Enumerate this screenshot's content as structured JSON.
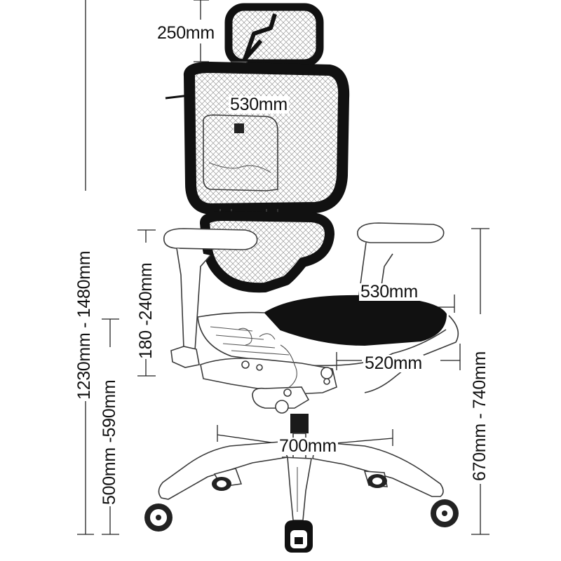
{
  "dimensions": {
    "headrest_height": "250mm",
    "backrest_width": "530mm",
    "overall_height": "1230mm - 1480mm",
    "seat_height": "500mm -590mm",
    "armrest_adjust": "180 -240mm",
    "seat_depth": "530mm",
    "seat_width": "520mm",
    "base_width": "700mm",
    "armrest_height": "670mm - 740mm"
  },
  "colors": {
    "line": "#222222",
    "mesh": "#111111",
    "background": "#ffffff"
  },
  "icons": [
    "office-chair-illustration"
  ]
}
